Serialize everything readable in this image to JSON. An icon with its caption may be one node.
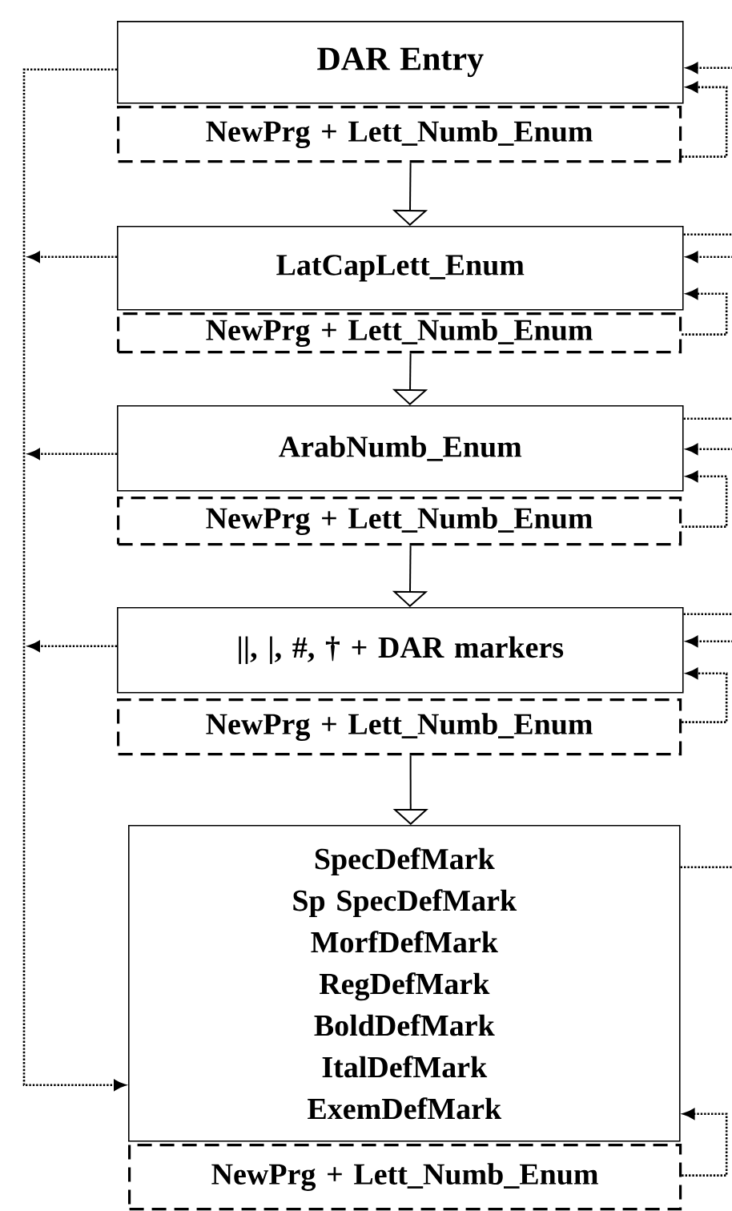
{
  "diagram": {
    "nodes": [
      {
        "text": [
          "DAR Entry"
        ]
      },
      {
        "text": [
          "NewPrg + Lett_Numb_Enum"
        ]
      },
      {
        "text": [
          "LatCapLett_Enum"
        ]
      },
      {
        "text": [
          "NewPrg + Lett_Numb_Enum"
        ]
      },
      {
        "text": [
          "ArabNumb_Enum"
        ]
      },
      {
        "text": [
          "NewPrg + Lett_Numb_Enum"
        ]
      },
      {
        "text": [
          "||, |, #, † + DAR markers"
        ]
      },
      {
        "text": [
          "NewPrg + Lett_Numb_Enum"
        ]
      },
      {
        "text": [
          "SpecDefMark",
          "Sp SpecDefMark",
          "MorfDefMark",
          "RegDefMark",
          "BoldDefMark",
          "ItalDefMark",
          "ExemDefMark"
        ]
      },
      {
        "text": [
          "NewPrg + Lett_Numb_Enum"
        ]
      }
    ],
    "edges": [
      {
        "from": 1,
        "to": 2,
        "arrow": "to"
      },
      {
        "from": 3,
        "to": 4,
        "arrow": "to"
      },
      {
        "from": 5,
        "to": 6,
        "arrow": "to"
      },
      {
        "from": 7,
        "to": 8,
        "arrow": "to"
      },
      {
        "from": 0,
        "to": 8,
        "arrow": "to",
        "style": "dashed"
      },
      {
        "from": 2,
        "to": null,
        "arrow": "to",
        "style": "dashed"
      },
      {
        "from": 4,
        "to": null,
        "arrow": "to",
        "style": "dashed"
      },
      {
        "from": 6,
        "to": null,
        "arrow": "to",
        "style": "dashed"
      },
      {
        "from": null,
        "to": 0,
        "arrow": "to",
        "style": "dashed"
      },
      {
        "from": null,
        "to": 2,
        "arrow": "to",
        "style": "dashed"
      },
      {
        "from": null,
        "to": 4,
        "arrow": "to",
        "style": "dashed"
      },
      {
        "from": null,
        "to": 6,
        "arrow": "to",
        "style": "dashed"
      },
      {
        "from": 2,
        "to": null,
        "arrow": "none",
        "style": "dashed"
      },
      {
        "from": 4,
        "to": null,
        "arrow": "none",
        "style": "dashed"
      },
      {
        "from": 6,
        "to": null,
        "arrow": "none",
        "style": "dashed"
      },
      {
        "from": 8,
        "to": null,
        "arrow": "none",
        "style": "dashed"
      },
      {
        "from": 1,
        "to": 0,
        "arrow": "to",
        "style": "dashed"
      },
      {
        "from": 3,
        "to": 2,
        "arrow": "to",
        "style": "dashed"
      },
      {
        "from": 5,
        "to": 4,
        "arrow": "to",
        "style": "dashed"
      },
      {
        "from": 7,
        "to": 6,
        "arrow": "to",
        "style": "dashed"
      },
      {
        "from": 9,
        "to": 8,
        "arrow": "to",
        "style": "dashed"
      }
    ]
  }
}
